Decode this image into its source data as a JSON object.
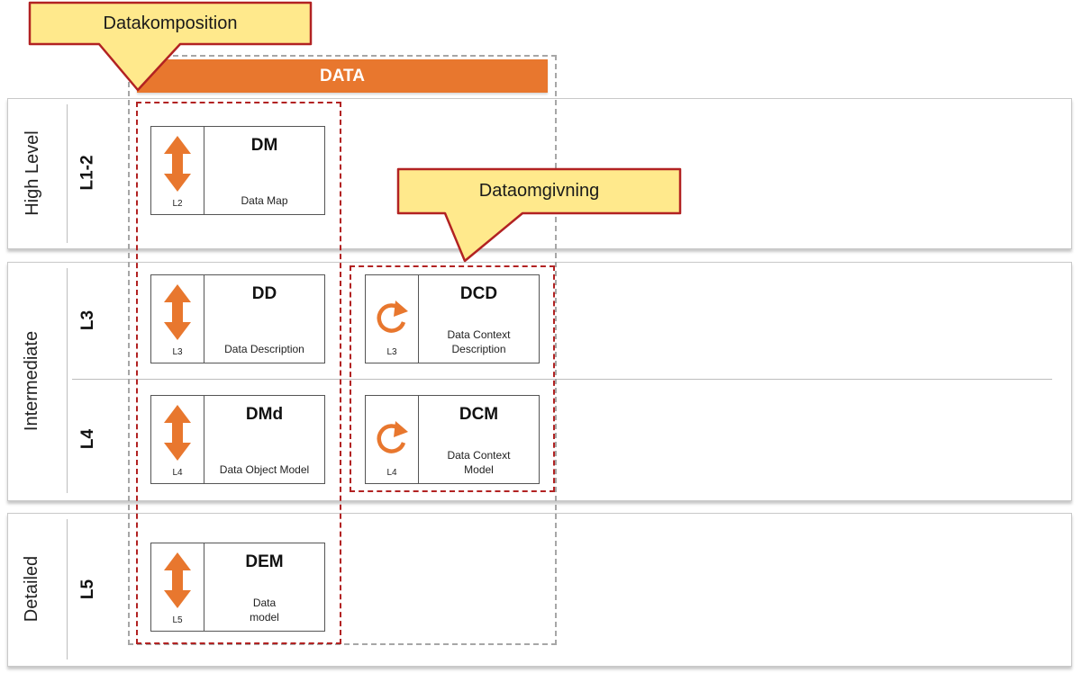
{
  "colors": {
    "accent": "#e8772e",
    "callout_fill": "#ffe98c",
    "callout_border": "#b22222",
    "group_border": "#b22222",
    "outer_border": "#a6a6a6"
  },
  "callouts": {
    "composition": "Datakomposition",
    "environment": "Dataomgivning"
  },
  "header": {
    "title": "DATA"
  },
  "bands": [
    {
      "name": "High Level",
      "levels": [
        "L1-2"
      ]
    },
    {
      "name": "Intermediate",
      "levels": [
        "L3",
        "L4"
      ]
    },
    {
      "name": "Detailed",
      "levels": [
        "L5"
      ]
    }
  ],
  "cards": [
    {
      "code": "DM",
      "level": "L2",
      "description": "Data Map",
      "icon": "double-arrow-icon"
    },
    {
      "code": "DD",
      "level": "L3",
      "description": "Data Description",
      "icon": "double-arrow-icon"
    },
    {
      "code": "DMd",
      "level": "L4",
      "description": "Data Object Model",
      "icon": "double-arrow-icon"
    },
    {
      "code": "DEM",
      "level": "L5",
      "description": "Data\nmodel",
      "icon": "double-arrow-icon"
    },
    {
      "code": "DCD",
      "level": "L3",
      "description": "Data Context\nDescription",
      "icon": "cycle-arrow-icon"
    },
    {
      "code": "DCM",
      "level": "L4",
      "description": "Data Context\nModel",
      "icon": "cycle-arrow-icon"
    }
  ]
}
